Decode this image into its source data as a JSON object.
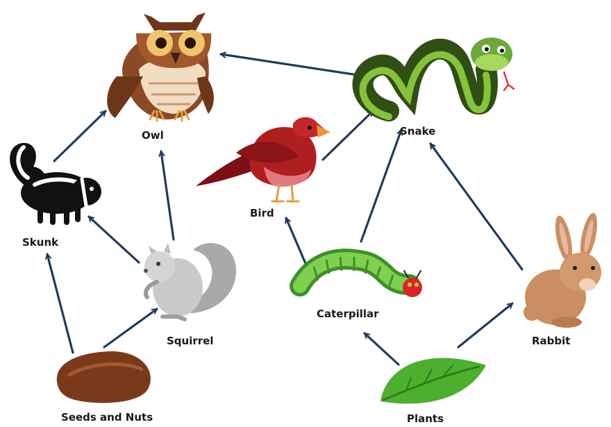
{
  "nodes": {
    "owl": "Owl",
    "snake": "Snake",
    "bird": "Bird",
    "skunk": "Skunk",
    "squirrel": "Squirrel",
    "caterpillar": "Caterpillar",
    "rabbit": "Rabbit",
    "seeds": "Seeds and Nuts",
    "plants": "Plants"
  },
  "icons": {
    "owl": "owl-icon",
    "snake": "snake-icon",
    "bird": "bird-icon",
    "skunk": "skunk-icon",
    "squirrel": "squirrel-icon",
    "caterpillar": "caterpillar-icon",
    "rabbit": "rabbit-icon",
    "seeds": "seed-icon",
    "plants": "leaf-icon"
  },
  "edges": [
    {
      "from": "Snake",
      "to": "Owl"
    },
    {
      "from": "Skunk",
      "to": "Owl"
    },
    {
      "from": "Squirrel",
      "to": "Owl"
    },
    {
      "from": "Bird",
      "to": "Snake"
    },
    {
      "from": "Caterpillar",
      "to": "Snake"
    },
    {
      "from": "Rabbit",
      "to": "Snake"
    },
    {
      "from": "Squirrel",
      "to": "Skunk"
    },
    {
      "from": "Seeds and Nuts",
      "to": "Skunk"
    },
    {
      "from": "Seeds and Nuts",
      "to": "Squirrel"
    },
    {
      "from": "Caterpillar",
      "to": "Bird"
    },
    {
      "from": "Plants",
      "to": "Caterpillar"
    },
    {
      "from": "Plants",
      "to": "Rabbit"
    }
  ],
  "colors": {
    "arrow": "#1f3a5c",
    "snake": "#3d6b1c",
    "bird": "#b01e22",
    "owl": "#8b4a26",
    "caterpillar": "#6cc24a",
    "rabbit": "#c98f62",
    "leaf": "#4caf2e",
    "seed": "#7a3a1a"
  }
}
